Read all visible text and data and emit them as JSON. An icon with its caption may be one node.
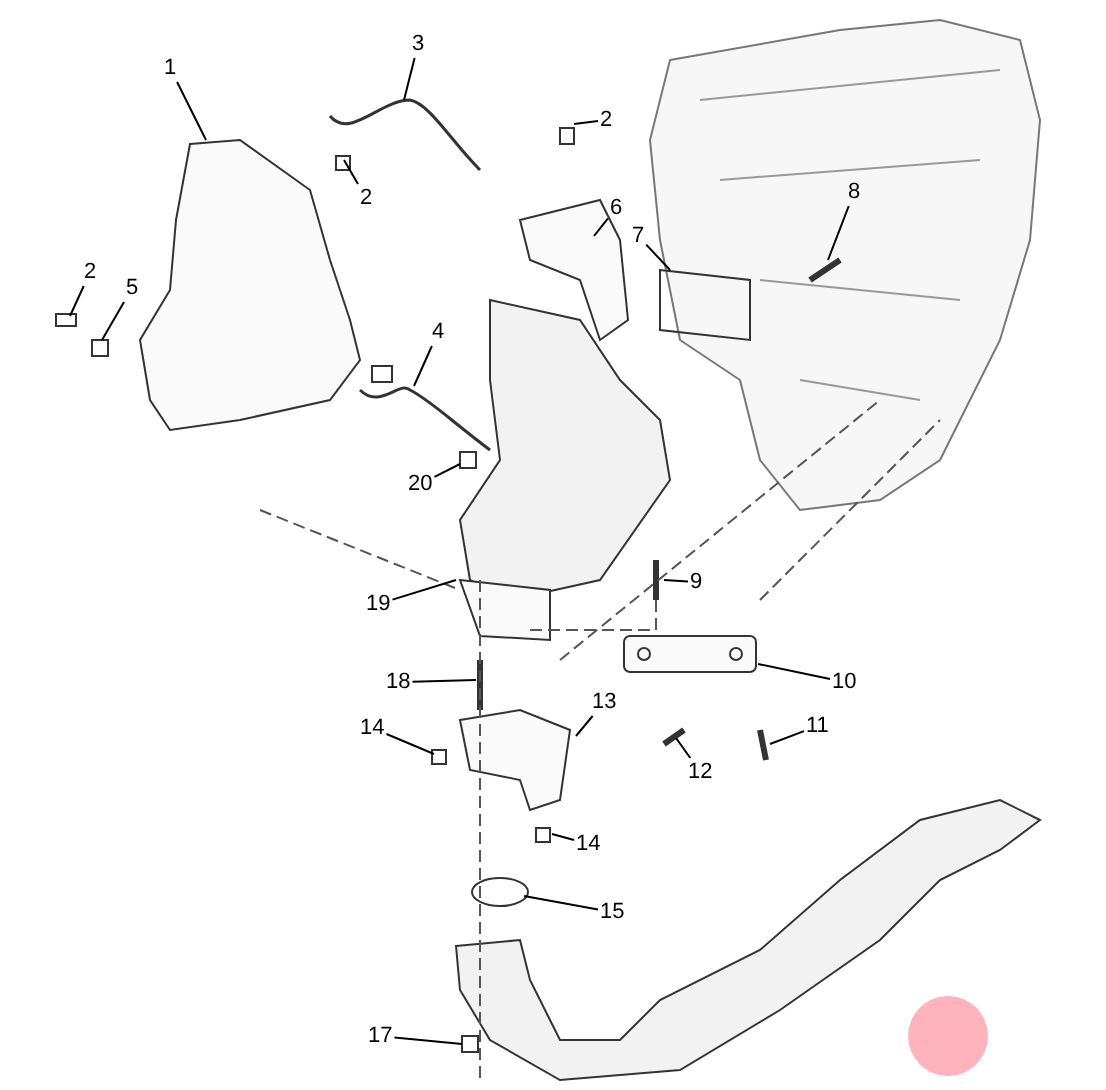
{
  "diagram": {
    "nodes": [
      {
        "text": [
          "1"
        ]
      },
      {
        "text": [
          "3"
        ]
      },
      {
        "text": [
          "2"
        ]
      },
      {
        "text": [
          "2"
        ]
      },
      {
        "text": [
          "6"
        ]
      },
      {
        "text": [
          "7"
        ]
      },
      {
        "text": [
          "8"
        ]
      },
      {
        "text": [
          "2"
        ]
      },
      {
        "text": [
          "5"
        ]
      },
      {
        "text": [
          "4"
        ]
      },
      {
        "text": [
          "20"
        ]
      },
      {
        "text": [
          "9"
        ]
      },
      {
        "text": [
          "19"
        ]
      },
      {
        "text": [
          "18"
        ]
      },
      {
        "text": [
          "10"
        ]
      },
      {
        "text": [
          "13"
        ]
      },
      {
        "text": [
          "14"
        ]
      },
      {
        "text": [
          "11"
        ]
      },
      {
        "text": [
          "12"
        ]
      },
      {
        "text": [
          "14"
        ]
      },
      {
        "text": [
          "15"
        ]
      },
      {
        "text": [
          "17"
        ]
      }
    ],
    "edges": [
      {
        "from": 0,
        "to": null,
        "arrow": "none"
      },
      {
        "from": 1,
        "to": null,
        "arrow": "none"
      },
      {
        "from": 2,
        "to": null,
        "arrow": "none"
      },
      {
        "from": 3,
        "to": null,
        "arrow": "none"
      },
      {
        "from": 4,
        "to": null,
        "arrow": "none"
      },
      {
        "from": 5,
        "to": null,
        "arrow": "none"
      },
      {
        "from": 6,
        "to": null,
        "arrow": "none"
      },
      {
        "from": 7,
        "to": null,
        "arrow": "none"
      },
      {
        "from": 8,
        "to": null,
        "arrow": "none"
      },
      {
        "from": 9,
        "to": null,
        "arrow": "none"
      },
      {
        "from": 10,
        "to": null,
        "arrow": "none"
      },
      {
        "from": 11,
        "to": null,
        "arrow": "none"
      },
      {
        "from": 12,
        "to": null,
        "arrow": "none"
      },
      {
        "from": 13,
        "to": null,
        "arrow": "none"
      },
      {
        "from": 14,
        "to": null,
        "arrow": "none"
      },
      {
        "from": 15,
        "to": null,
        "arrow": "none"
      },
      {
        "from": 16,
        "to": null,
        "arrow": "none"
      },
      {
        "from": 17,
        "to": null,
        "arrow": "none"
      },
      {
        "from": 18,
        "to": null,
        "arrow": "none"
      },
      {
        "from": 19,
        "to": null,
        "arrow": "none"
      },
      {
        "from": 20,
        "to": null,
        "arrow": "none"
      },
      {
        "from": 21,
        "to": null,
        "arrow": "none"
      }
    ]
  }
}
